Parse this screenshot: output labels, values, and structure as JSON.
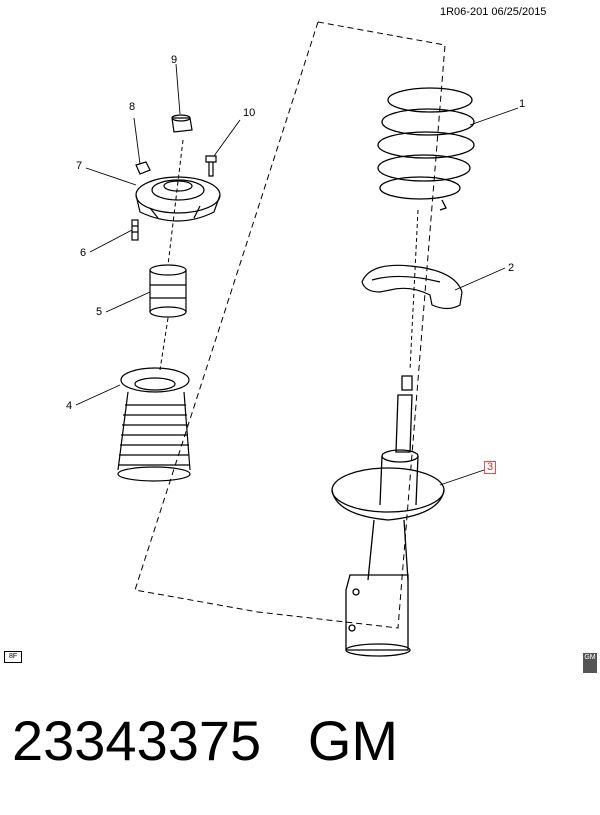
{
  "header": {
    "ref_code": "1R06-201  06/25/2015"
  },
  "callouts": {
    "c1": "1",
    "c2": "2",
    "c3": "3",
    "c4": "4",
    "c5": "5",
    "c6": "6",
    "c7": "7",
    "c8": "8",
    "c9": "9",
    "c10": "10"
  },
  "corner_tag": "8F",
  "logo": {
    "text": "GM"
  },
  "footer": {
    "part_number": "23343375",
    "brand": "GM"
  }
}
